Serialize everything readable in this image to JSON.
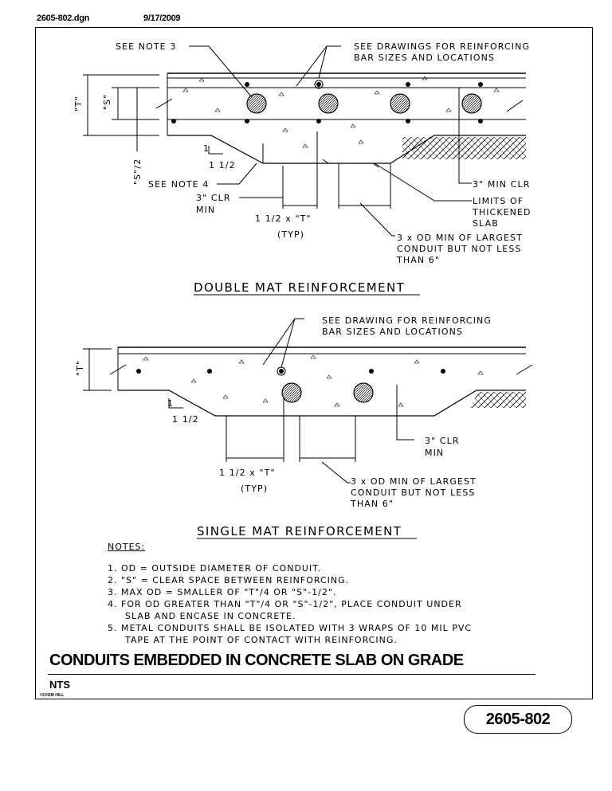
{
  "header": {
    "filename": "2605-802.dgn",
    "date": "9/17/2009"
  },
  "double_mat": {
    "title": "DOUBLE MAT REINFORCEMENT",
    "see_note_3": "SEE NOTE 3",
    "see_drawings_1": "SEE DRAWINGS FOR REINFORCING",
    "see_drawings_2": "BAR SIZES AND LOCATIONS",
    "dim_t": "\"T\"",
    "dim_s": "\"S\"",
    "dim_s_half": "\"S\"/2",
    "slope_1": "1",
    "slope_2": "1 1/2",
    "see_note_4": "SEE NOTE 4",
    "clr_1": "3\" CLR",
    "clr_2": "MIN",
    "typ_1": "1 1/2 x \"T\"",
    "typ_2": "(TYP)",
    "min_clr": "3\" MIN CLR",
    "limits_1": "LIMITS OF",
    "limits_2": "THICKENED",
    "limits_3": "SLAB",
    "od_1": "3 x OD MIN OF LARGEST",
    "od_2": "CONDUIT BUT NOT LESS",
    "od_3": "THAN 6\""
  },
  "single_mat": {
    "title": "SINGLE MAT REINFORCEMENT",
    "see_drawing_1": "SEE DRAWING FOR REINFORCING",
    "see_drawing_2": "BAR SIZES AND LOCATIONS",
    "dim_t": "\"T\"",
    "slope_1": "1",
    "slope_2": "1 1/2",
    "clr_1": "3\" CLR",
    "clr_2": "MIN",
    "typ_1": "1 1/2 x \"T\"",
    "typ_2": "(TYP)",
    "od_1": "3 x OD MIN OF LARGEST",
    "od_2": "CONDUIT BUT NOT LESS",
    "od_3": "THAN 6\""
  },
  "notes": {
    "heading": "NOTES:",
    "items": [
      "1. OD = OUTSIDE DIAMETER OF CONDUIT.",
      "2. \"S\" = CLEAR SPACE BETWEEN REINFORCING.",
      "3. MAX OD = SMALLER OF \"T\"/4 OR \"S\"-1/2\".",
      "4. FOR OD GREATER THAN \"T\"/4 OR \"S\"-1/2\", PLACE CONDUIT UNDER",
      "   SLAB AND ENCASE IN CONCRETE.",
      "5. METAL CONDUITS SHALL BE ISOLATED WITH 3 WRAPS OF 10 MIL PVC",
      "   TAPE AT THE POINT OF CONTACT WITH REINFORCING."
    ]
  },
  "title_block": {
    "title": "CONDUITS EMBEDDED IN CONCRETE SLAB ON GRADE",
    "scale": "NTS",
    "copyright": "©CH2M HILL",
    "drawing_number": "2605-802"
  }
}
